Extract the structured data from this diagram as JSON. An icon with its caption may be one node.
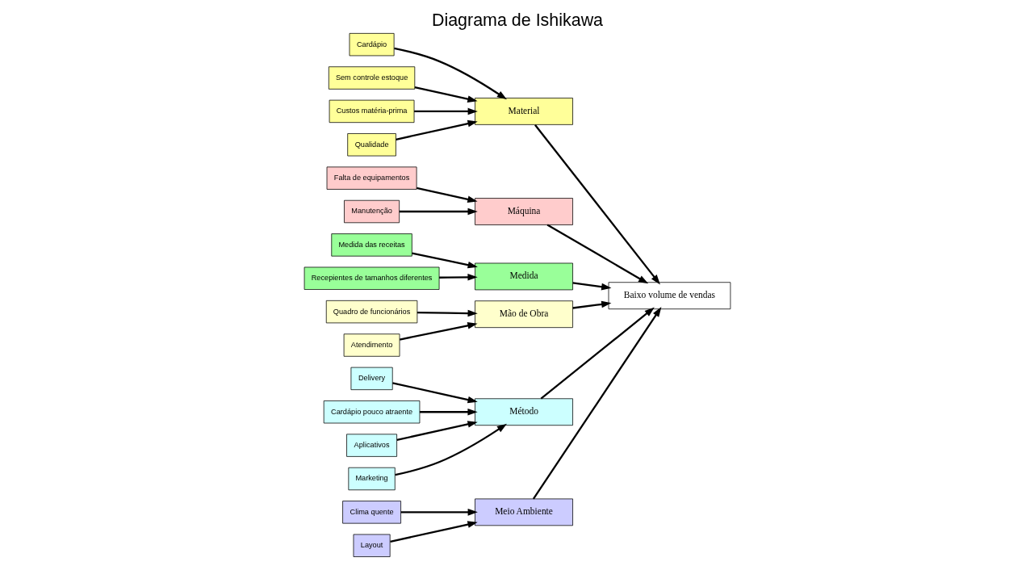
{
  "diagram": {
    "title": "Diagrama de Ishikawa",
    "nodes": [
      {
        "text": [
          "Meio Ambiente"
        ]
      },
      {
        "text": [
          "Material"
        ]
      },
      {
        "text": [
          "Máquina"
        ]
      },
      {
        "text": [
          "Baixo volume de vendas"
        ]
      },
      {
        "text": [
          "Cardápio"
        ]
      },
      {
        "text": [
          "Sem controle estoque"
        ]
      },
      {
        "text": [
          "Clima quente"
        ]
      },
      {
        "text": [
          "Custos matéria-prima"
        ]
      },
      {
        "text": [
          "Falta de equipamentos"
        ]
      },
      {
        "text": [
          "Layout"
        ]
      },
      {
        "text": [
          "Qualidade"
        ]
      },
      {
        "text": [
          "Manutenção"
        ]
      },
      {
        "text": [
          "Medida das receitas"
        ]
      },
      {
        "text": [
          "Quadro de funcionários"
        ]
      },
      {
        "text": [
          "Delivery"
        ]
      },
      {
        "text": [
          "Recepientes de tamanhos diferentes"
        ]
      },
      {
        "text": [
          "Atendimento"
        ]
      },
      {
        "text": [
          "Cardápio pouco atraente"
        ]
      },
      {
        "text": [
          "Aplicativos"
        ]
      },
      {
        "text": [
          "Marketing"
        ]
      },
      {
        "text": [
          "Medida"
        ]
      },
      {
        "text": [
          "Mão de Obra"
        ]
      },
      {
        "text": [
          "Método"
        ]
      }
    ],
    "edges": [
      {
        "from": 0,
        "to": 3,
        "arrow": "to"
      },
      {
        "from": 1,
        "to": 3,
        "arrow": "to"
      },
      {
        "from": 2,
        "to": 3,
        "arrow": "to"
      },
      {
        "from": 20,
        "to": 3,
        "arrow": "to"
      },
      {
        "from": 21,
        "to": 3,
        "arrow": "to"
      },
      {
        "from": 22,
        "to": 3,
        "arrow": "to"
      },
      {
        "from": 4,
        "to": 1,
        "arrow": "to"
      },
      {
        "from": 5,
        "to": 1,
        "arrow": "to"
      },
      {
        "from": 7,
        "to": 1,
        "arrow": "to"
      },
      {
        "from": 10,
        "to": 1,
        "arrow": "to"
      },
      {
        "from": 6,
        "to": 0,
        "arrow": "to"
      },
      {
        "from": 9,
        "to": 0,
        "arrow": "to"
      },
      {
        "from": 8,
        "to": 2,
        "arrow": "to"
      },
      {
        "from": 11,
        "to": 2,
        "arrow": "to"
      },
      {
        "from": 12,
        "to": 20,
        "arrow": "to"
      },
      {
        "from": 15,
        "to": 20,
        "arrow": "to"
      },
      {
        "from": 13,
        "to": 21,
        "arrow": "to"
      },
      {
        "from": 16,
        "to": 21,
        "arrow": "to"
      },
      {
        "from": 14,
        "to": 22,
        "arrow": "to"
      },
      {
        "from": 17,
        "to": 22,
        "arrow": "to"
      },
      {
        "from": 18,
        "to": 22,
        "arrow": "to"
      },
      {
        "from": 19,
        "to": 22,
        "arrow": "to"
      }
    ]
  }
}
